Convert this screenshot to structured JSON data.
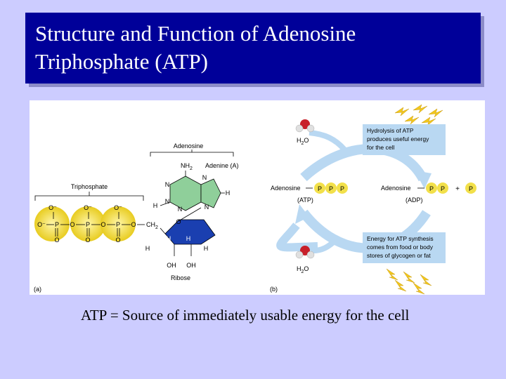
{
  "slide": {
    "title_line1": "Structure and Function of Adenosine",
    "title_line2": "Triphosphate (ATP)",
    "caption": "ATP = Source of immediately usable energy for the cell"
  },
  "panel_a": {
    "label": "(a)",
    "adenosine_label": "Adenosine",
    "adenine_label": "Adenine (A)",
    "triphosphate_label": "Triphosphate",
    "ribose_label": "Ribose",
    "nh2": "NH",
    "nh2_sub": "2",
    "atoms": {
      "N": "N",
      "H": "H",
      "O": "O",
      "P": "P",
      "O_minus": "O⁻",
      "CH2": "CH",
      "CH2_sub": "2",
      "OH": "OH"
    }
  },
  "panel_b": {
    "label": "(b)",
    "adenosine_left": "Adenosine",
    "adenosine_right": "Adenosine",
    "atp_label": "(ATP)",
    "adp_label": "(ADP)",
    "p": "P",
    "plus": "+",
    "h2o": "H",
    "h2o_sub": "2",
    "h2o_o": "O",
    "hydrolysis_text": [
      "Hydrolysis of ATP",
      "produces useful energy",
      "for the cell"
    ],
    "synthesis_text": [
      "Energy for ATP synthesis",
      "comes from food or body",
      "stores of glycogen or fat"
    ]
  },
  "colors": {
    "slide_bg": "#ccccff",
    "title_bg": "#000099",
    "phosphate_yellow": "#f2e04a",
    "adenine_green": "#8fcf9a",
    "ribose_blue": "#1a3fb0",
    "arrow_blue": "#b9d8f2",
    "oxygen_red": "#c8202a"
  }
}
